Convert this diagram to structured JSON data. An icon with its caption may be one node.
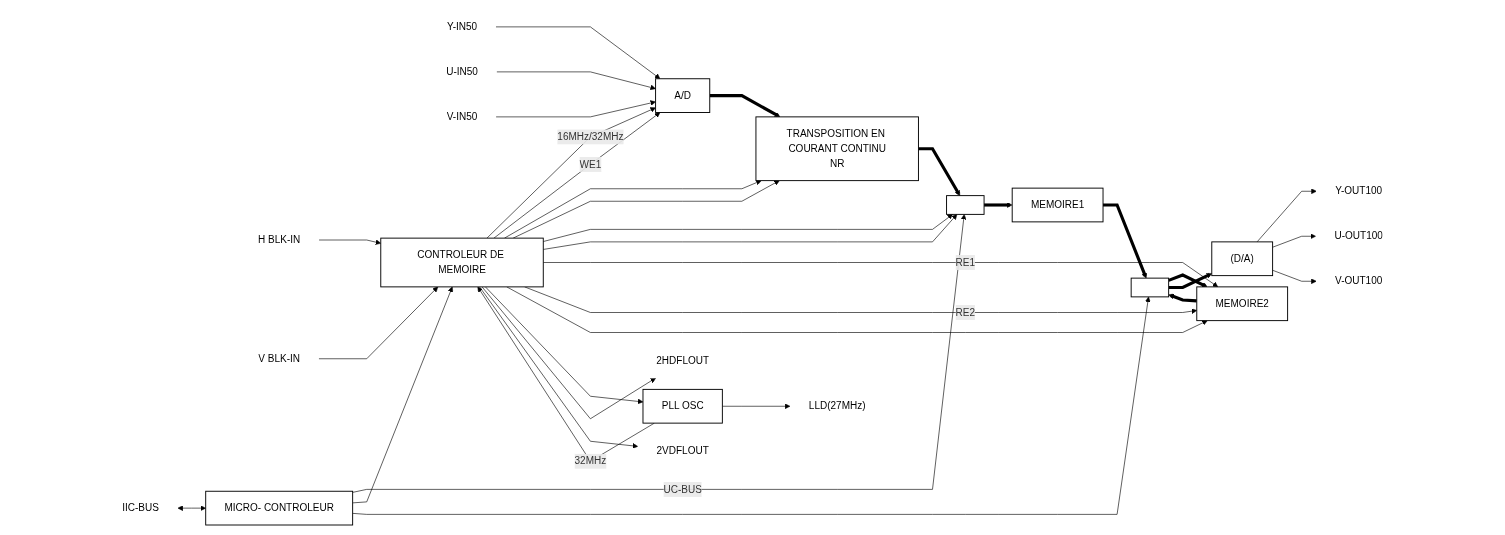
{
  "diagram": {
    "nodes": [
      {
        "text": [
          "Y-IN50"
        ]
      },
      {
        "text": [
          "U-IN50"
        ]
      },
      {
        "text": [
          "V-IN50"
        ]
      },
      {
        "text": [
          "A/D"
        ]
      },
      {
        "text": [
          "TRANSPOSITION EN COURANT CONTINU",
          "NR"
        ]
      },
      {
        "text": [],
        "shape": "box"
      },
      {
        "text": [
          "MEMOIRE1"
        ]
      },
      {
        "text": [
          "MEMOIRE2"
        ]
      },
      {
        "text": [],
        "shape": "box"
      },
      {
        "text": [
          "(D/A)"
        ]
      },
      {
        "text": [
          "Y-OUT100"
        ]
      },
      {
        "text": [
          "U-OUT100"
        ]
      },
      {
        "text": [
          "V-OUT100"
        ]
      },
      {
        "text": [
          "CONTROLEUR DE MEMOIRE"
        ]
      },
      {
        "text": [
          "PLL OSC"
        ]
      },
      {
        "text": [
          "LLD(27MHz)"
        ]
      },
      {
        "text": [
          "H BLK-IN"
        ]
      },
      {
        "text": [
          "V BLK-IN"
        ]
      },
      {
        "text": [
          "2HDFLOUT"
        ]
      },
      {
        "text": [
          "2VDFLOUT"
        ]
      },
      {
        "text": [
          "MICRO- CONTROLEUR"
        ]
      },
      {
        "text": [
          "IIC-BUS"
        ]
      }
    ],
    "edges": [
      {
        "from": 0,
        "to": 3,
        "arrow": "to"
      },
      {
        "from": 1,
        "to": 3,
        "arrow": "to"
      },
      {
        "from": 2,
        "to": 3,
        "arrow": "to"
      },
      {
        "from": 3,
        "to": 4,
        "arrow": "to",
        "style": "thick"
      },
      {
        "from": 4,
        "to": 5,
        "arrow": "to",
        "style": "thick"
      },
      {
        "from": 5,
        "to": 6,
        "arrow": "to",
        "style": "thick"
      },
      {
        "from": 8,
        "to": 7,
        "arrow": "to",
        "style": "thick"
      },
      {
        "from": 6,
        "to": 8,
        "arrow": "to",
        "style": "thick"
      },
      {
        "from": 7,
        "to": 8,
        "arrow": "to",
        "style": "thick"
      },
      {
        "from": 8,
        "to": 9,
        "arrow": "to",
        "style": "thick"
      },
      {
        "from": 9,
        "to": 10,
        "arrow": "to"
      },
      {
        "from": 9,
        "to": 11,
        "arrow": "to"
      },
      {
        "from": 9,
        "to": 12,
        "arrow": "to"
      },
      {
        "from": 13,
        "to": 3,
        "arrow": "to",
        "label": "16MHz/32MHz"
      },
      {
        "from": 13,
        "to": 3,
        "arrow": "to",
        "label": "WE1"
      },
      {
        "from": 13,
        "to": 4,
        "arrow": "to"
      },
      {
        "from": 13,
        "to": 4,
        "arrow": "to"
      },
      {
        "from": 13,
        "to": 5,
        "arrow": "to"
      },
      {
        "from": 13,
        "to": 5,
        "arrow": "to"
      },
      {
        "from": 20,
        "to": 5,
        "arrow": "to",
        "label": "UC-BUS"
      },
      {
        "from": 13,
        "to": 7,
        "arrow": "to",
        "label": "RE1"
      },
      {
        "from": 13,
        "to": 7,
        "arrow": "to",
        "label": "RE2"
      },
      {
        "from": 13,
        "to": 7,
        "arrow": "to"
      },
      {
        "from": 14,
        "to": 13,
        "arrow": "to",
        "label": "32MHz"
      },
      {
        "from": 13,
        "to": 14,
        "arrow": "to"
      },
      {
        "from": 14,
        "to": 15,
        "arrow": "to"
      },
      {
        "from": 16,
        "to": 13,
        "arrow": "to"
      },
      {
        "from": 17,
        "to": 13,
        "arrow": "to"
      },
      {
        "from": 13,
        "to": 18,
        "arrow": "to"
      },
      {
        "from": 13,
        "to": 19,
        "arrow": "to"
      },
      {
        "from": 20,
        "to": 13,
        "arrow": "to"
      },
      {
        "from": 20,
        "to": 8,
        "arrow": "to"
      },
      {
        "from": 21,
        "to": 20,
        "arrow": "both"
      }
    ]
  }
}
